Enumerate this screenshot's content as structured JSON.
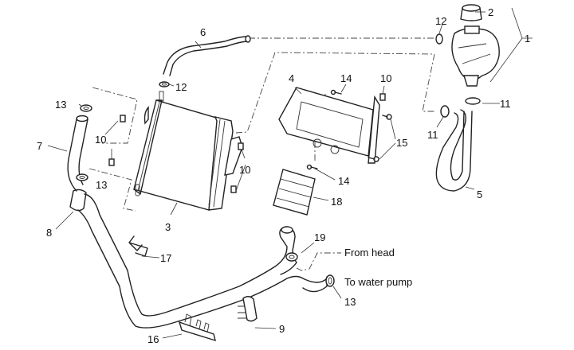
{
  "diagram": {
    "type": "exploded-parts-view",
    "callouts": [
      {
        "id": "1",
        "text": "1"
      },
      {
        "id": "2",
        "text": "2"
      },
      {
        "id": "3",
        "text": "3"
      },
      {
        "id": "4",
        "text": "4"
      },
      {
        "id": "5",
        "text": "5"
      },
      {
        "id": "6",
        "text": "6"
      },
      {
        "id": "7",
        "text": "7"
      },
      {
        "id": "8",
        "text": "8"
      },
      {
        "id": "9",
        "text": "9"
      },
      {
        "id": "10a",
        "text": "10"
      },
      {
        "id": "10b",
        "text": "10"
      },
      {
        "id": "10c",
        "text": "10"
      },
      {
        "id": "11a",
        "text": "11"
      },
      {
        "id": "11b",
        "text": "11"
      },
      {
        "id": "12a",
        "text": "12"
      },
      {
        "id": "12b",
        "text": "12"
      },
      {
        "id": "13a",
        "text": "13"
      },
      {
        "id": "13b",
        "text": "13"
      },
      {
        "id": "13c",
        "text": "13"
      },
      {
        "id": "14a",
        "text": "14"
      },
      {
        "id": "14b",
        "text": "14"
      },
      {
        "id": "15",
        "text": "15"
      },
      {
        "id": "16",
        "text": "16"
      },
      {
        "id": "17",
        "text": "17"
      },
      {
        "id": "18",
        "text": "18"
      },
      {
        "id": "19",
        "text": "19"
      }
    ],
    "annotations": {
      "from_head": "From head",
      "to_water_pump": "To water pump"
    }
  }
}
